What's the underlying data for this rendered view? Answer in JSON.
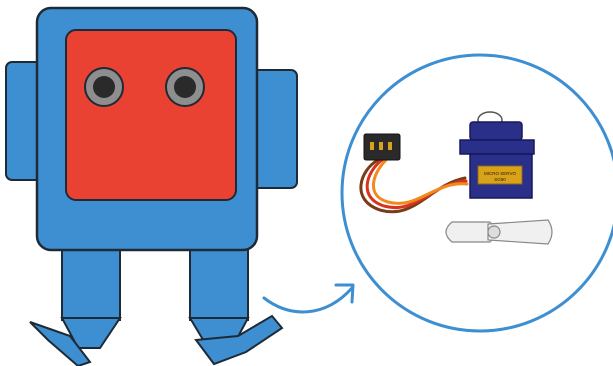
{
  "colors": {
    "robot_body": "#3e8fd1",
    "robot_face": "#e94232",
    "outline": "#1e2a36",
    "eye_ring": "#8e8e8e",
    "eye_pupil": "#2a2a2a",
    "callout_circle": "#3e8fd1",
    "arrow": "#3e8fd1",
    "servo_body": "#2a2f8a",
    "servo_label": "#d9a21b",
    "wire_brown": "#7a3b16",
    "wire_red": "#d8331f",
    "wire_orange": "#f08a1c",
    "connector": "#2a2a2a",
    "horn": "#f0f0f0"
  },
  "icons": {
    "robot": "robot-illustration",
    "servo": "micro-servo-motor",
    "arrow": "curved-arrow-icon"
  },
  "servo_label": {
    "line1": "MICRO SERVO",
    "line2": "SG90"
  }
}
